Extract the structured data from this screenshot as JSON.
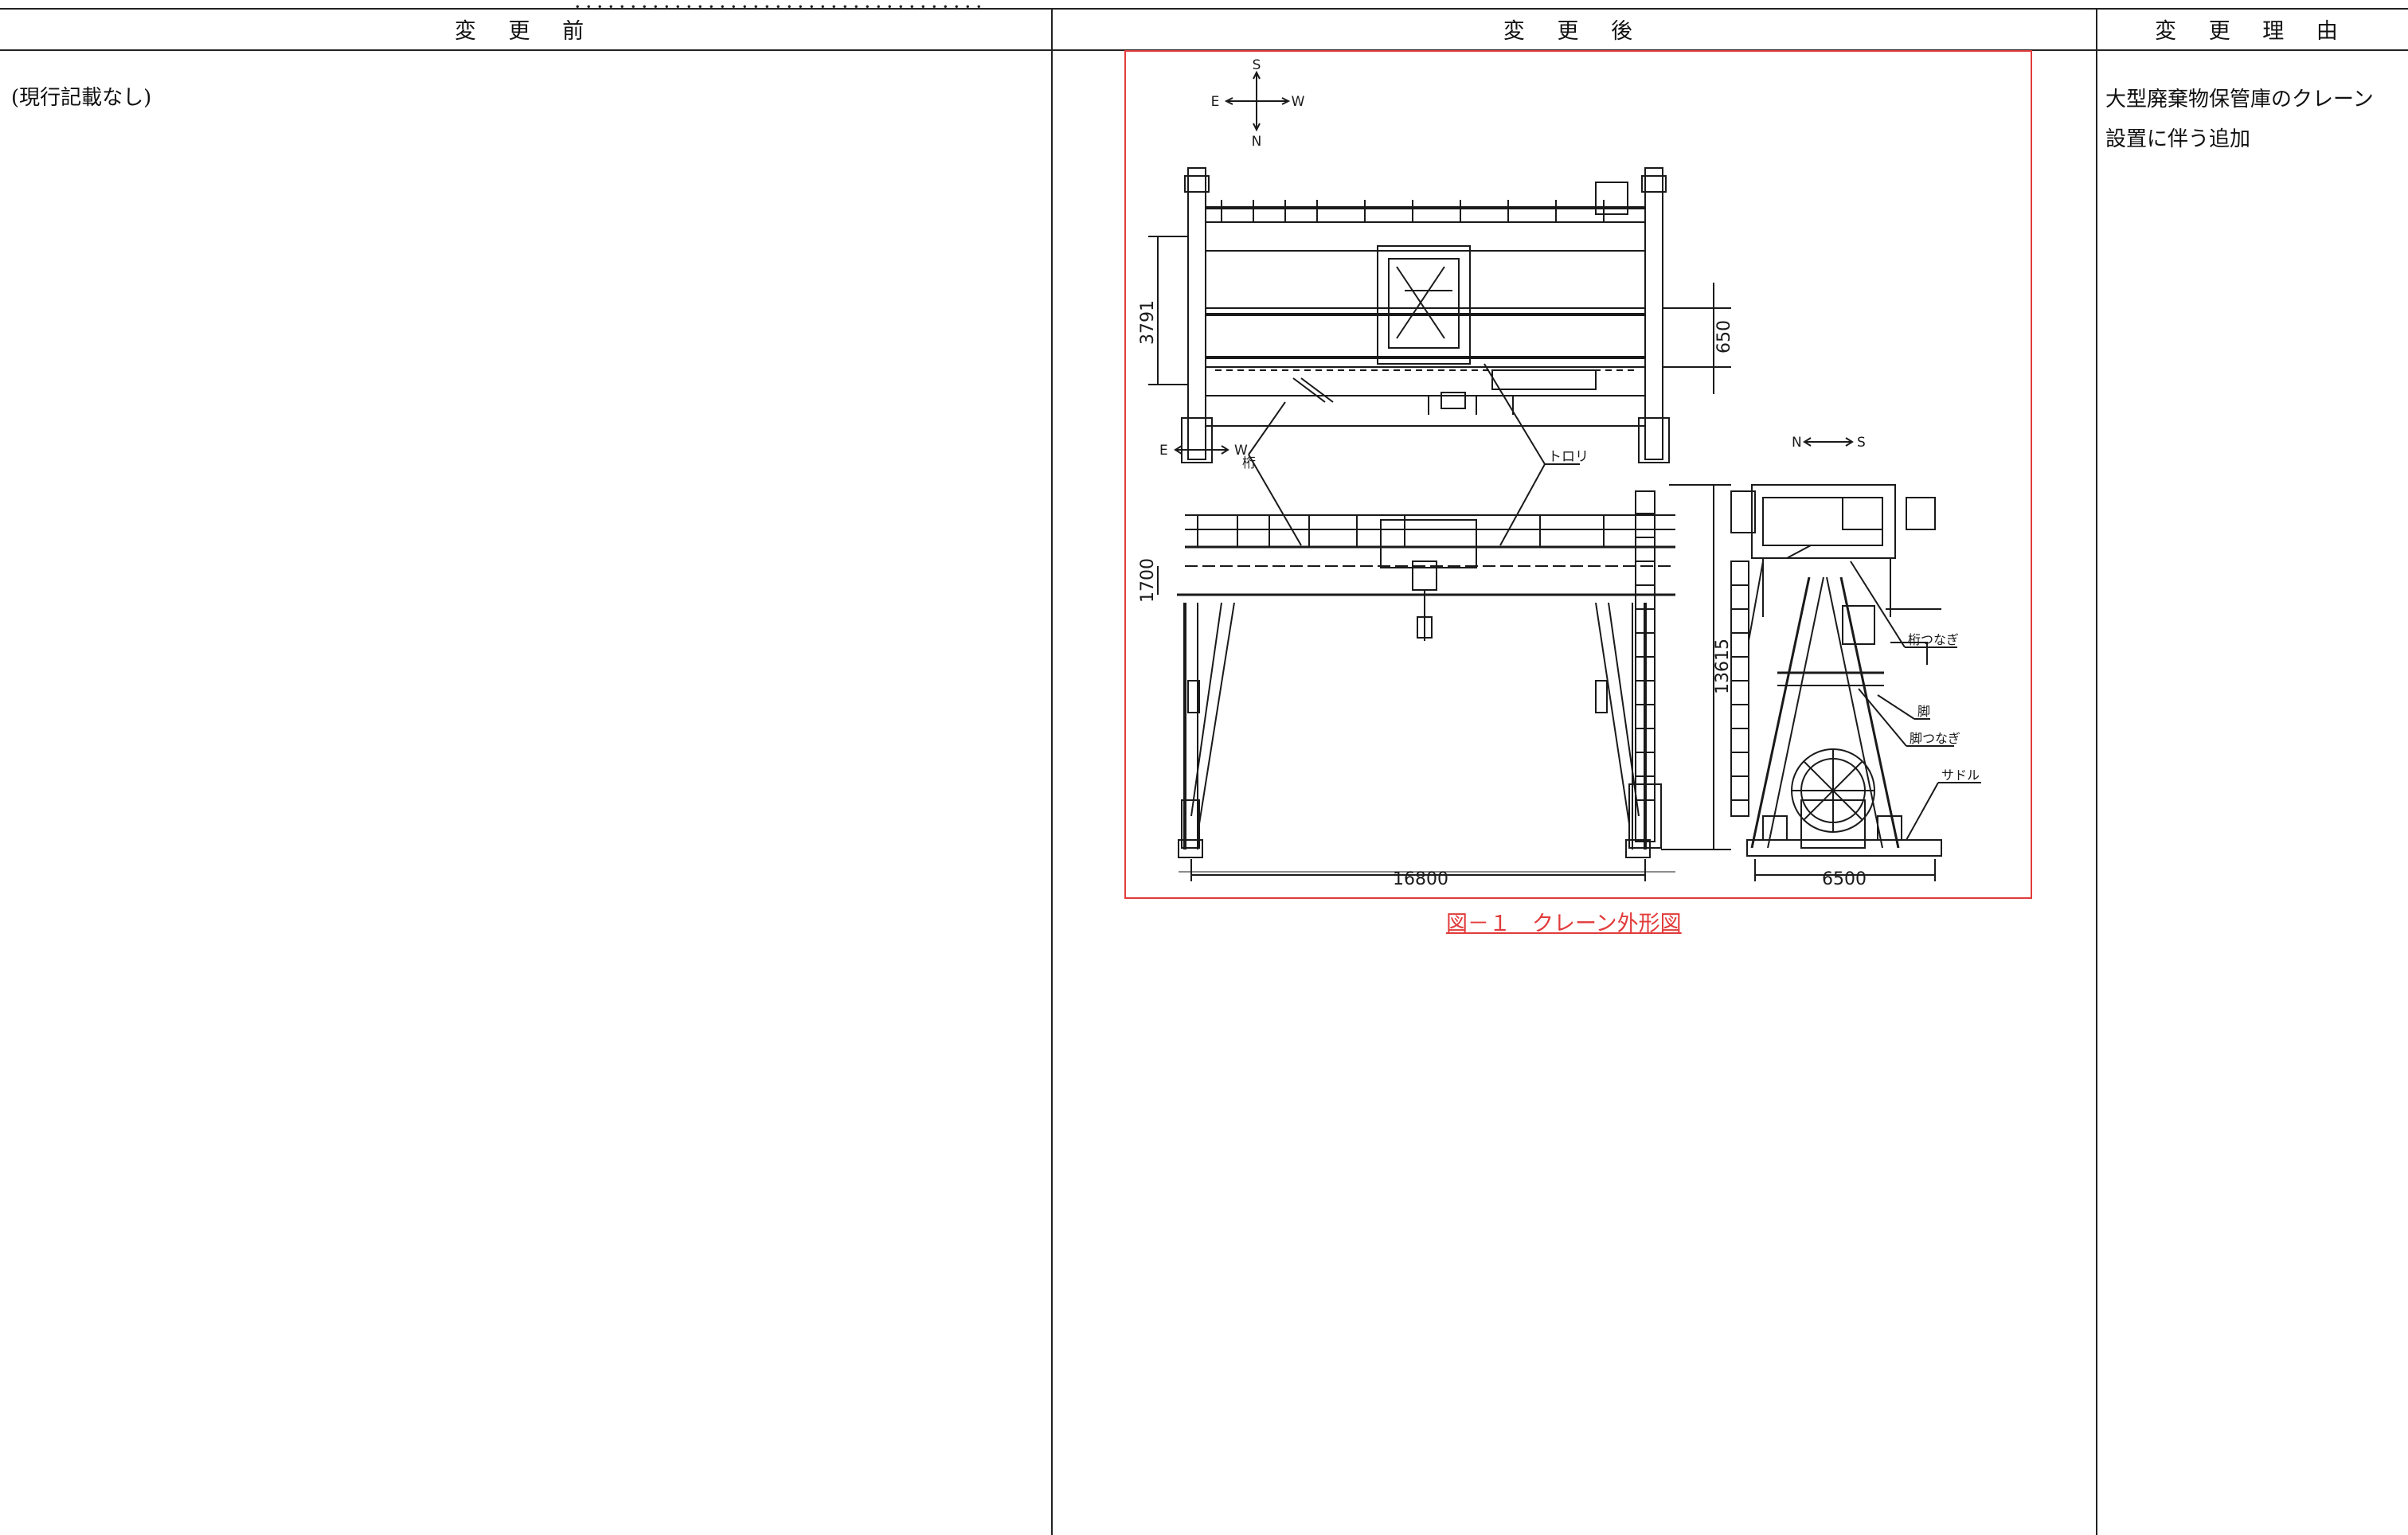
{
  "header_strip": "．．．．．．．．．．．．．．．．．．．．．．．．．．．．．．．．．．．．．",
  "columns": {
    "before": "変 更 前",
    "after": "変 更 後",
    "reason": "変 更 理 由"
  },
  "before_text": "(現行記載なし)",
  "reason_lines": [
    "大型廃棄物保管庫のクレーン",
    "設置に伴う追加"
  ],
  "figure": {
    "caption": "図－１　クレーン外形図",
    "compass_top": {
      "n": "N",
      "s": "S",
      "e": "E",
      "w": "W"
    },
    "arrow_ew": {
      "e": "E",
      "w": "W"
    },
    "arrow_ns": {
      "n": "N",
      "s": "S"
    },
    "dims": {
      "d3791": "3791",
      "d650": "650",
      "d1700": "1700",
      "d13615": "13615",
      "d16800": "16800",
      "d6500": "6500"
    },
    "labels": {
      "girder": "桁",
      "trolley": "トロリ",
      "girder_tie": "桁つなぎ",
      "leg": "脚",
      "leg_tie": "脚つなぎ",
      "saddle": "サドル"
    }
  },
  "colors": {
    "accent_red": "#e23b3b",
    "line": "#222222"
  }
}
